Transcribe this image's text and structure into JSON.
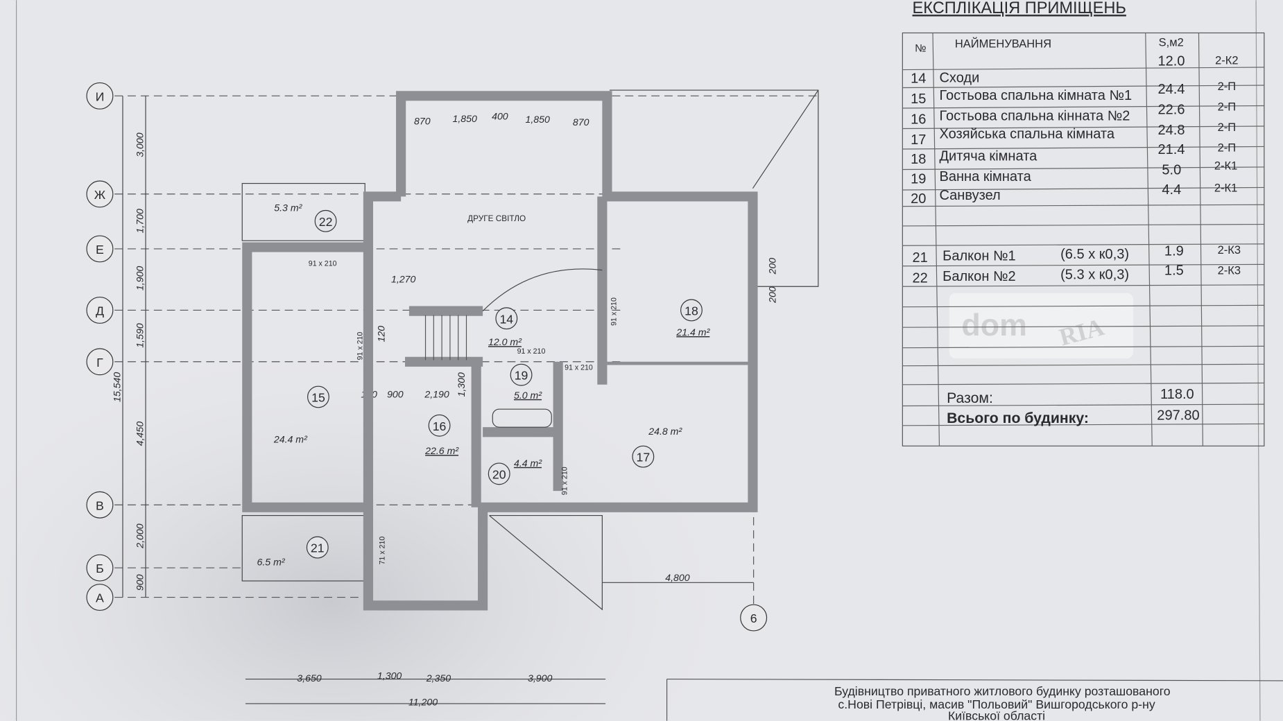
{
  "table": {
    "title": "ЕКСПЛІКАЦІЯ ПРИМІЩЕНЬ",
    "headers": {
      "no": "№",
      "name": "НАЙМЕНУВАННЯ",
      "area": "S,м2"
    },
    "rows": [
      {
        "no": "14",
        "name": "Сходи",
        "calc": "",
        "area": "12.0",
        "code": "2-К2"
      },
      {
        "no": "15",
        "name": "Гостьова спальна кімната №1",
        "calc": "",
        "area": "24.4",
        "code": "2-П"
      },
      {
        "no": "16",
        "name": "Гостьова спальна кінната №2",
        "calc": "",
        "area": "22.6",
        "code": "2-П"
      },
      {
        "no": "17",
        "name": "Хозяйська спальна кімната",
        "calc": "",
        "area": "24.8",
        "code": "2-П"
      },
      {
        "no": "18",
        "name": "Дитяча кімната",
        "calc": "",
        "area": "21.4",
        "code": "2-П"
      },
      {
        "no": "19",
        "name": "Ванна кімната",
        "calc": "",
        "area": "5.0",
        "code": "2-К1"
      },
      {
        "no": "20",
        "name": "Санвузел",
        "calc": "",
        "area": "4.4",
        "code": "2-К1"
      },
      {
        "no": "21",
        "name": "Балкон №1",
        "calc": "(6.5 x к0,3)",
        "area": "1.9",
        "code": "2-К3"
      },
      {
        "no": "22",
        "name": "Балкон №2",
        "calc": "(5.3 x к0,3)",
        "area": "1.5",
        "code": "2-К3"
      }
    ],
    "total_label": "Разом:",
    "total_value": "118.0",
    "house_total_label": "Всього по будинку:",
    "house_total_value": "297.80"
  },
  "watermark": {
    "text1": "dom",
    "text2": "RIA"
  },
  "axes": {
    "rows": [
      "И",
      "Ж",
      "Е",
      "Д",
      "Г",
      "В",
      "Б",
      "А"
    ],
    "column": "6",
    "vertical_dims": [
      "3,000",
      "1,700",
      "1,900",
      "1,590",
      "4,450",
      "2,000",
      "900"
    ],
    "vertical_total": "15,540",
    "top_dims": [
      "870",
      "1,850",
      "400",
      "1,850",
      "870"
    ],
    "bottom_dims": [
      "3,650",
      "1,300",
      "2,350",
      "3,900"
    ],
    "bottom_total": "11,200",
    "right_dim": "4,800",
    "small_dims": [
      "1,270",
      "120",
      "170",
      "900",
      "2,190",
      "1,300",
      "200",
      "200"
    ]
  },
  "rooms": [
    {
      "no": "22",
      "area": "5.3 m²"
    },
    {
      "no": "14",
      "area": "12.0 m²"
    },
    {
      "no": "18",
      "area": "21.4 m²"
    },
    {
      "no": "15",
      "area": "24.4 m²"
    },
    {
      "no": "16",
      "area": "22.6 m²"
    },
    {
      "no": "19",
      "area": "5.0 m²"
    },
    {
      "no": "20",
      "area": "4.4 m²"
    },
    {
      "no": "17",
      "area": "24.8 m²"
    },
    {
      "no": "21",
      "area": "6.5 m²"
    }
  ],
  "second_light": "ДРУГЕ СВІТЛО",
  "doors": [
    "91 x 210",
    "91 x 210",
    "91 x 210",
    "91 x 210",
    "91 x 210",
    "71 x 210",
    "91 x 210"
  ],
  "stamp": {
    "line1": "Будівництво приватного житлового будинку розташованого",
    "line2": "с.Нові Петрівці, масив \"Польовий\"  Вишгородського р-ну",
    "line3": "Київської області"
  }
}
